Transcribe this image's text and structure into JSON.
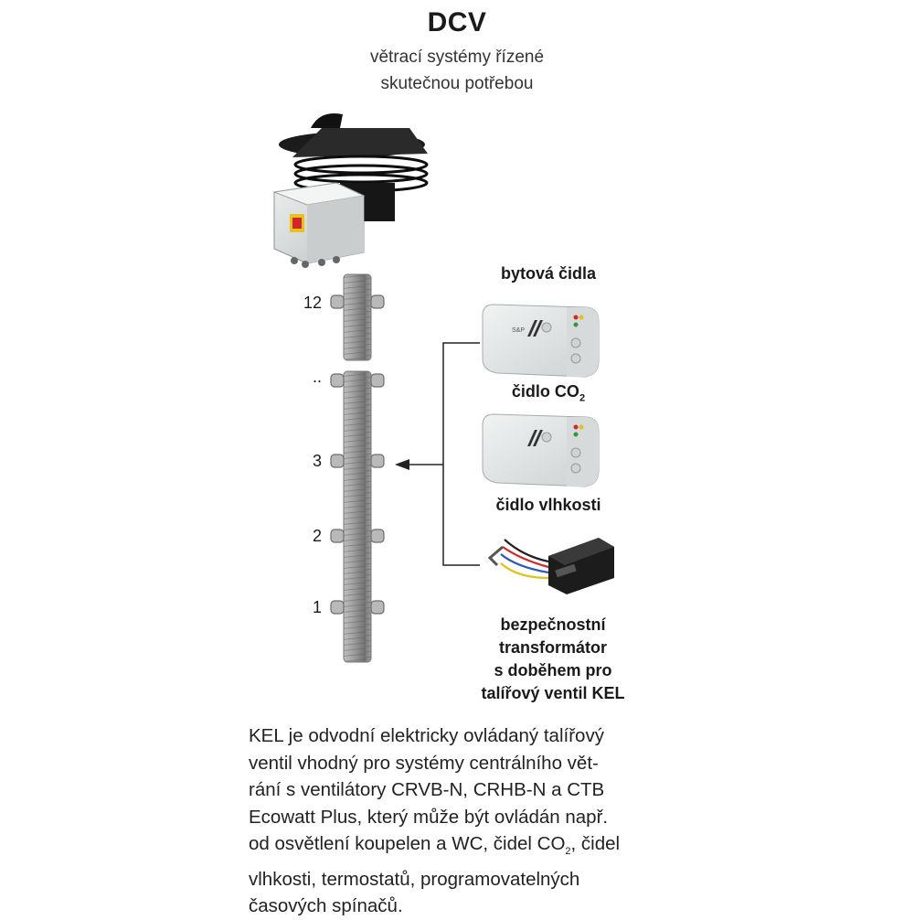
{
  "header": {
    "title": "DCV",
    "subtitle_line1": "větrací systémy řízené",
    "subtitle_line2": "skutečnou potřebou"
  },
  "floors": [
    "12",
    "..",
    "3",
    "2",
    "1"
  ],
  "sensors": {
    "group_label": "bytová čidla",
    "co2_label_prefix": "čidlo CO",
    "co2_label_sub": "2",
    "humidity_label": "čidlo vlhkosti",
    "transformer_lines": [
      "bezpečnostní",
      "transformátor",
      "s doběhem pro",
      "talířový ventil KEL"
    ]
  },
  "device_logo": "S&P",
  "description": {
    "lines": [
      "KEL je odvodní elektricky ovládaný talířový",
      "ventil vhodný pro systémy centrálního vět-",
      "rání s ventilátory CRVB-N, CRHB-N a CTB",
      "Ecowatt Plus, který může být ovládán např."
    ],
    "line5_a": "od osvětlení koupelen a WC, čidel CO",
    "line5_sub": "2",
    "line5_b": ", čidel",
    "lines_tail": [
      "vlhkosti, termostatů, programovatelných",
      "časových spínačů."
    ]
  },
  "colors": {
    "pipe": "#9a9a9a",
    "fan_body": "#111111",
    "control_box": "#d9dcdc",
    "switch_red": "#d0262a",
    "switch_yellow": "#e8c21c",
    "sensor_box": "#e6e8e8",
    "transformer": "#1c1c1c",
    "wire_red": "#d0262a",
    "wire_blue": "#2c57b8",
    "wire_yellow": "#e3c01e"
  }
}
